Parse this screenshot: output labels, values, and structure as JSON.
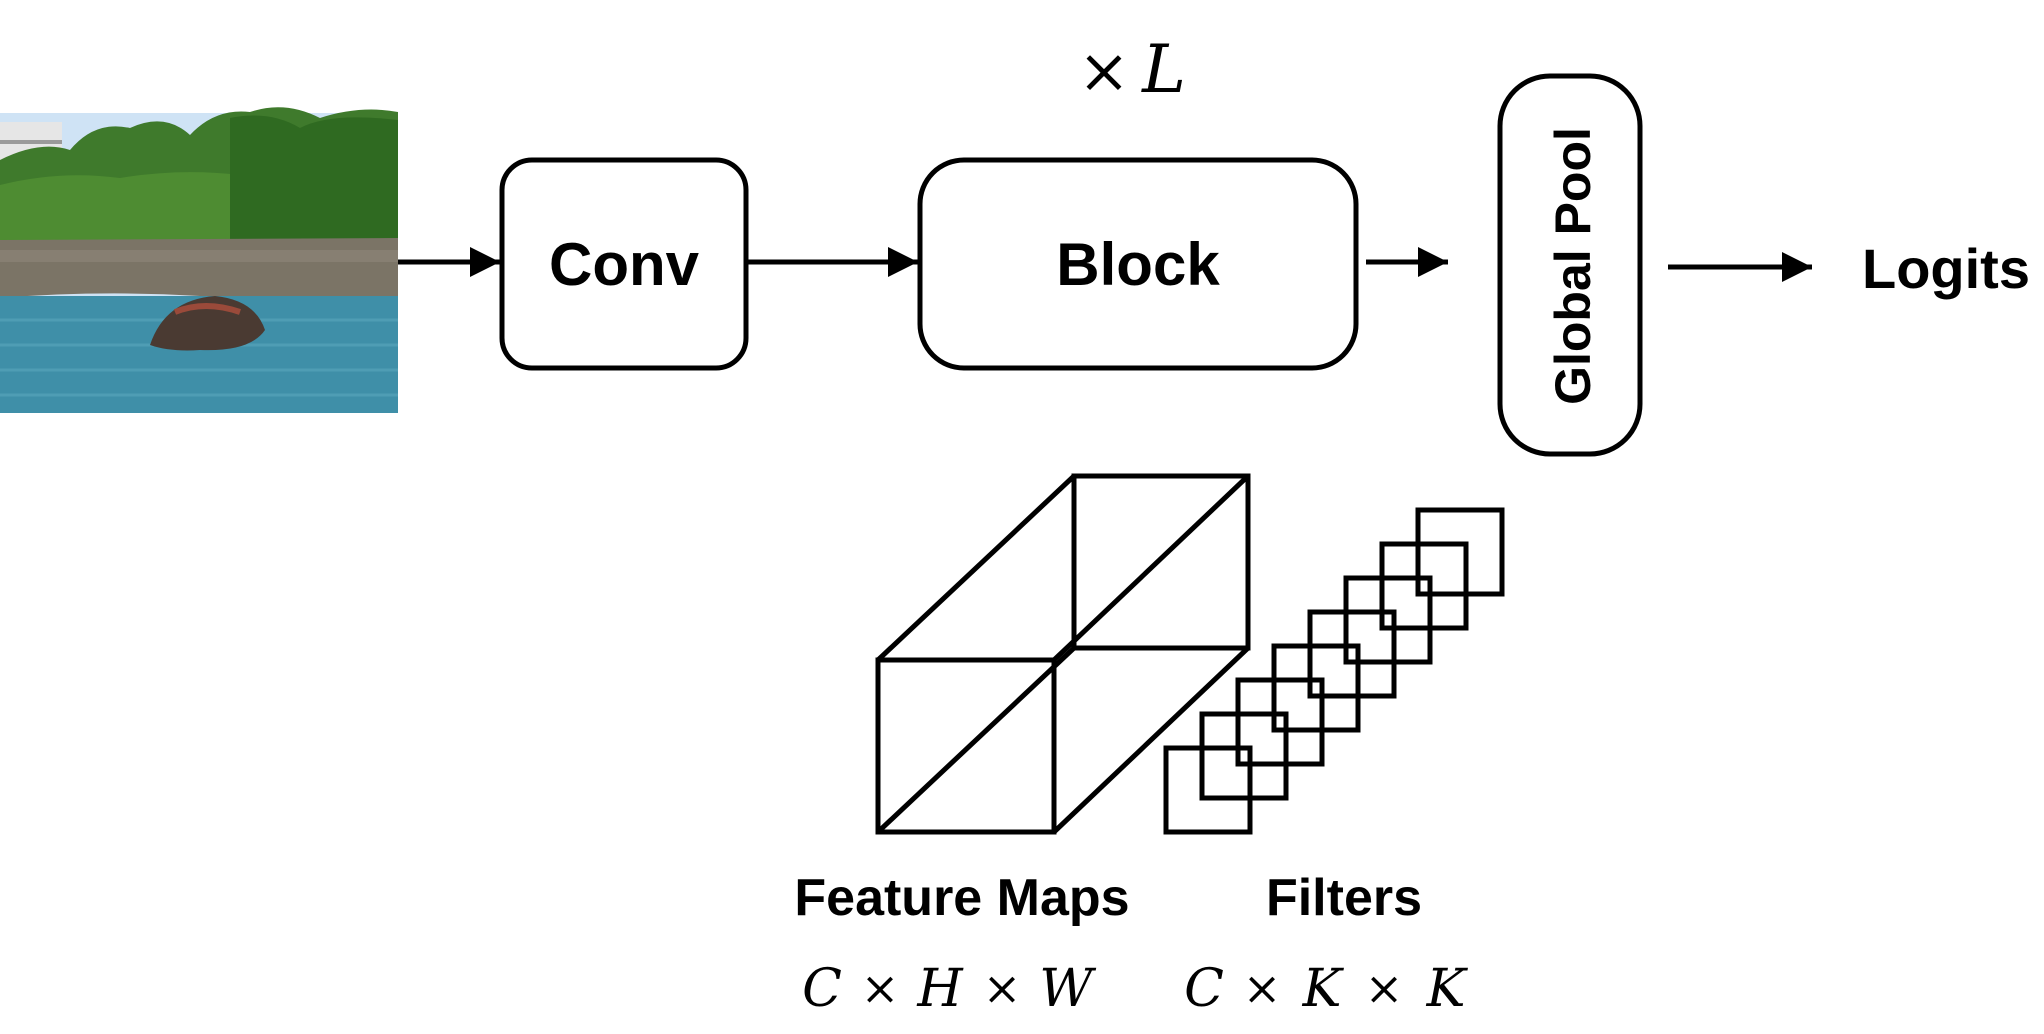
{
  "pipeline": {
    "conv_label": "Conv",
    "block_label": "Block",
    "repeat_label_op": "×",
    "repeat_label_var": "L",
    "global_pool_label": "Global Pool",
    "output_label": "Logits"
  },
  "detail": {
    "feature_maps": {
      "title": "Feature Maps",
      "shape": [
        "C",
        "×",
        "H",
        "×",
        "W"
      ]
    },
    "filters": {
      "title": "Filters",
      "shape": [
        "C",
        "×",
        "K",
        "×",
        "K"
      ]
    }
  },
  "input_image": {
    "description_icon": "photo-icon",
    "colors": {
      "sky": "#cfe3f5",
      "trees": "#3f7a2c",
      "rocks": "#7b7466",
      "water": "#3f8fa8"
    }
  }
}
